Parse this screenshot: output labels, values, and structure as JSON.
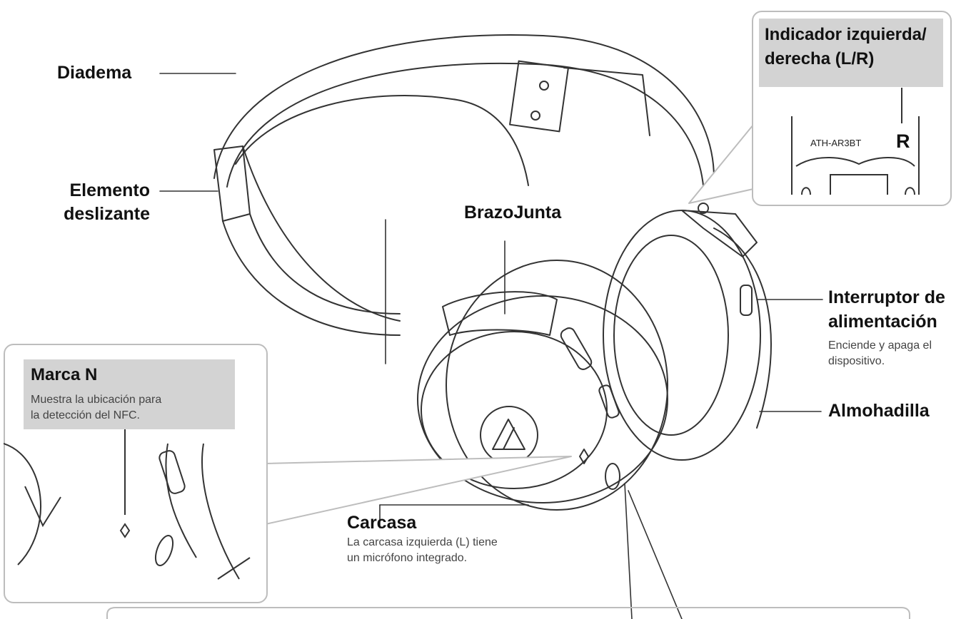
{
  "labels": {
    "headband": "Diadema",
    "slider_line1": "Elemento",
    "slider_line2": "deslizante",
    "arm": "BrazoJunta",
    "lr_title_line1": "Indicador izquierda/",
    "lr_title_line2": "derecha (L/R)",
    "power_line1": "Interruptor de",
    "power_line2": "alimentación",
    "power_desc_line1": "Enciende y apaga el",
    "power_desc_line2": "dispositivo.",
    "nmark_title": "Marca N",
    "nmark_desc_line1": "Muestra la ubicación para",
    "nmark_desc_line2": "la detección del NFC.",
    "cushion": "Almohadilla",
    "housing": "Carcasa",
    "housing_desc_line1": "La carcasa izquierda (L) tiene",
    "housing_desc_line2": "un micrófono integrado."
  },
  "lr_callout": {
    "model": "ATH-AR3BT",
    "side_letter": "R"
  },
  "colors": {
    "line": "#333333",
    "callout_border": "#bdbdbd",
    "header_gray": "#d3d3d3"
  }
}
